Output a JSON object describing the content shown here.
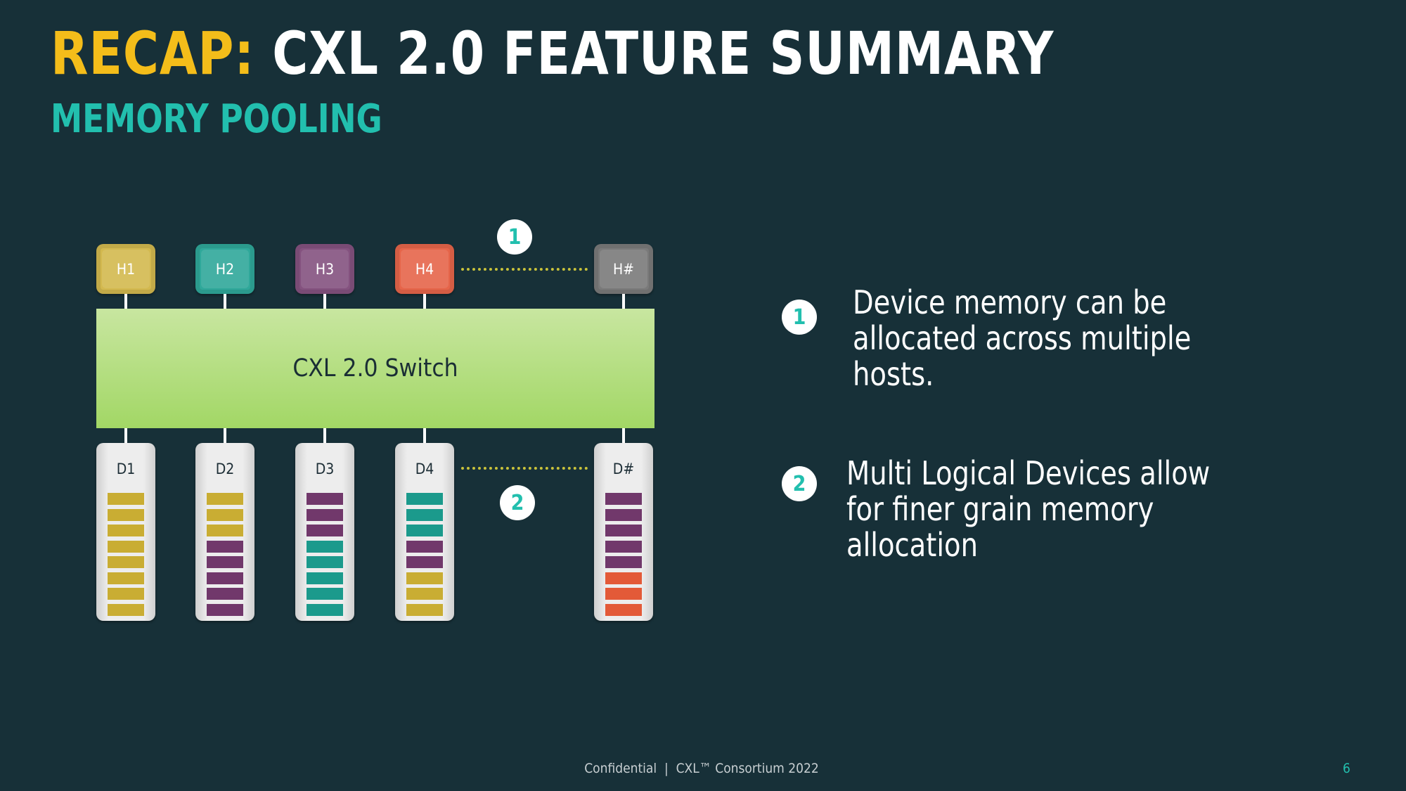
{
  "slide": {
    "title_accent": "RECAP:",
    "title_main": "CXL 2.0 FEATURE SUMMARY",
    "subtitle": "MEMORY POOLING"
  },
  "colors": {
    "background": "#173038",
    "title_accent": "#f4bd1a",
    "subtitle": "#22bfae",
    "yellow": "#c9ad33",
    "teal": "#1b9a8c",
    "purple": "#71386b",
    "orange": "#e35a38",
    "gray": "#7a7a7a",
    "dotted_line": "#c9c23b"
  },
  "diagram": {
    "switch_label": "CXL 2.0 Switch",
    "hosts": [
      {
        "label": "H1",
        "color": "#d3b94f"
      },
      {
        "label": "H2",
        "color": "#2fa89a"
      },
      {
        "label": "H3",
        "color": "#84527f"
      },
      {
        "label": "H4",
        "color": "#e6654a"
      },
      {
        "label": "H#",
        "color": "#7a7a7a"
      }
    ],
    "devices": [
      {
        "label": "D1",
        "slices": [
          "yellow",
          "yellow",
          "yellow",
          "yellow",
          "yellow",
          "yellow",
          "yellow",
          "yellow"
        ]
      },
      {
        "label": "D2",
        "slices": [
          "yellow",
          "yellow",
          "yellow",
          "purple",
          "purple",
          "purple",
          "purple",
          "purple"
        ]
      },
      {
        "label": "D3",
        "slices": [
          "purple",
          "purple",
          "purple",
          "teal",
          "teal",
          "teal",
          "teal",
          "teal"
        ]
      },
      {
        "label": "D4",
        "slices": [
          "teal",
          "teal",
          "teal",
          "purple",
          "purple",
          "yellow",
          "yellow",
          "yellow"
        ]
      },
      {
        "label": "D#",
        "slices": [
          "purple",
          "purple",
          "purple",
          "purple",
          "purple",
          "orange",
          "orange",
          "orange"
        ]
      }
    ],
    "badge_hosts": "1",
    "badge_devices": "2"
  },
  "points": [
    {
      "number": "1",
      "lines": [
        "Device memory can be",
        "allocated across multiple",
        "hosts."
      ]
    },
    {
      "number": "2",
      "lines": [
        "Multi Logical Devices allow",
        "for finer grain memory",
        "allocation"
      ]
    }
  ],
  "footer": {
    "text": "Confidential  |  CXL™ Consortium 2022",
    "page_number": "6"
  }
}
